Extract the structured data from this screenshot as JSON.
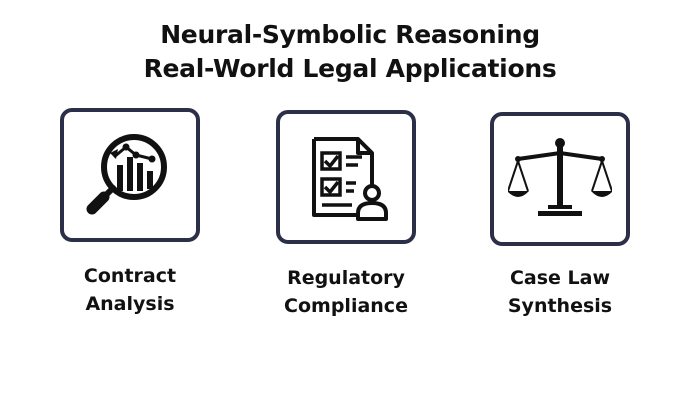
{
  "title": {
    "line1": "Neural-Symbolic Reasoning",
    "line2": "Real-World Legal Applications"
  },
  "cards": [
    {
      "line1": "Contract",
      "line2": "Analysis",
      "icon": "magnifier-chart-icon"
    },
    {
      "line1": "Regulatory",
      "line2": "Compliance",
      "icon": "checklist-document-person-icon"
    },
    {
      "line1": "Case Law",
      "line2": "Synthesis",
      "icon": "scales-of-justice-icon"
    }
  ],
  "colors": {
    "border": "#2b2f48",
    "text": "#111111",
    "background": "#ffffff"
  }
}
